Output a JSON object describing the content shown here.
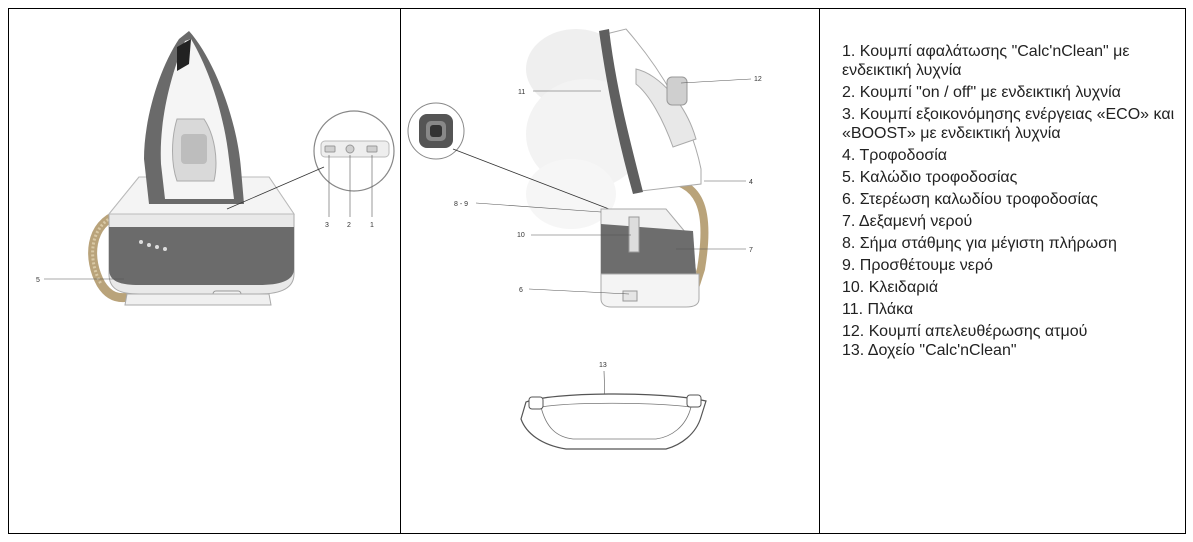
{
  "figure1": {
    "labels": [
      "3",
      "2",
      "1",
      "5"
    ]
  },
  "figure2": {
    "labels": [
      "11",
      "12",
      "4",
      "8 - 9",
      "10",
      "7",
      "6",
      "13"
    ]
  },
  "legend": [
    "1. Κουμπί αφαλάτωσης \"Calc'nClean\" με ενδεικτική λυχνία",
    "2. Κουμπί \"on / off\" με ενδεικτική λυχνία",
    "3. Κουμπί εξοικονόμησης ενέργειας «ECO» και «BOOST» με ενδεικτική λυχνία",
    "4. Τροφοδοσία",
    "5. Καλώδιο τροφοδοσίας",
    "6. Στερέωση καλωδίου τροφοδοσίας",
    "7. Δεξαμενή νερού",
    "8. Σήμα στάθμης για μέγιστη πλήρωση",
    "9. Προσθέτουμε νερό",
    "10. Κλειδαριά",
    "11. Πλάκα",
    "12. Κουμπί απελευθέρωσης ατμού",
    "13. Δοχείο \"Calc'nClean\""
  ]
}
